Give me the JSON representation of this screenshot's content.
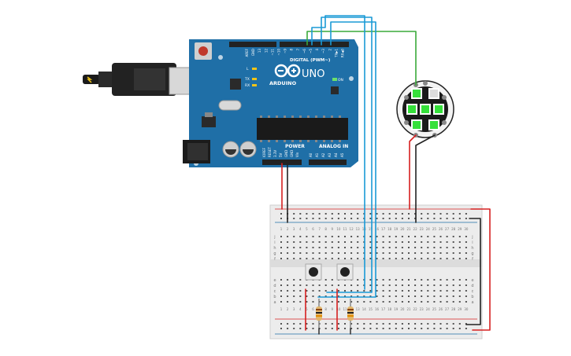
{
  "board": {
    "brand": "ARDUINO",
    "model": "UNO",
    "digital_label": "DIGITAL (PWM~)",
    "power_label": "POWER",
    "analog_label": "ANALOG IN",
    "on_label": "ON",
    "led_l": "L",
    "led_tx": "TX",
    "led_rx": "RX",
    "top_pins": [
      "AREF",
      "GND",
      "13",
      "12",
      "~11",
      "~10",
      "~9",
      "8",
      "7",
      "~6",
      "~5",
      "4",
      "~3",
      "2",
      "TX▶1",
      "RX◀0"
    ],
    "power_pins": [
      "IOREF",
      "RESET",
      "3.3V",
      "5V",
      "GND",
      "GND",
      "Vin"
    ],
    "analog_pins": [
      "A0",
      "A1",
      "A2",
      "A3",
      "A4",
      "A5"
    ]
  },
  "breadboard": {
    "row_letters_top": [
      "j",
      "i",
      "h",
      "g",
      "f"
    ],
    "row_letters_bottom": [
      "e",
      "d",
      "c",
      "b",
      "a"
    ],
    "column_numbers": [
      "1",
      "2",
      "3",
      "4",
      "5",
      "6",
      "7",
      "8",
      "9",
      "10",
      "11",
      "12",
      "13",
      "14",
      "15",
      "16",
      "17",
      "18",
      "19",
      "20",
      "21",
      "22",
      "23",
      "24",
      "25",
      "26",
      "27",
      "28",
      "29",
      "30"
    ]
  },
  "colors": {
    "board_blue": "#1f6fa7",
    "wire_red": "#d62020",
    "wire_black": "#222222",
    "wire_blue": "#1a9ad6",
    "wire_green": "#3aaa3a",
    "led_green": "#35e03a",
    "breadboard": "#ececec"
  }
}
